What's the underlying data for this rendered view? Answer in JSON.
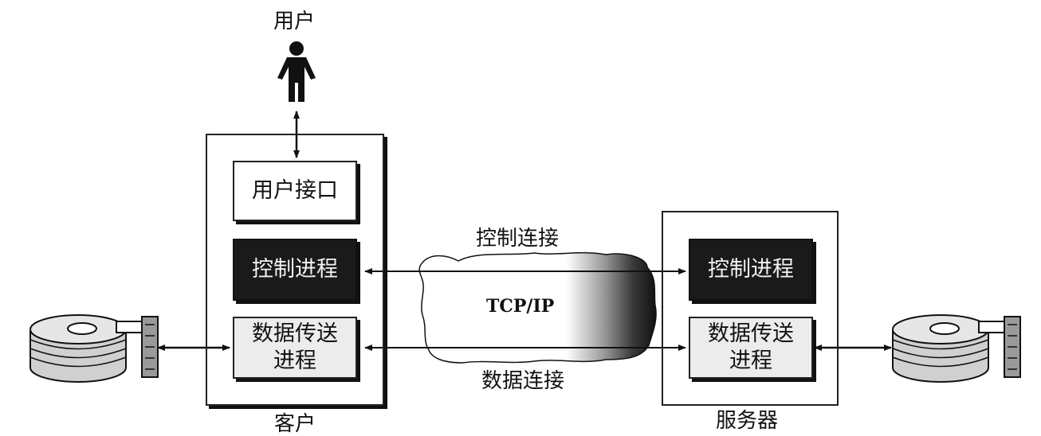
{
  "user": {
    "label": "用户"
  },
  "client": {
    "label": "客户",
    "user_interface": "用户接口",
    "control_process": "控制进程",
    "data_transfer_process": "数据传送进程"
  },
  "server": {
    "label": "服务器",
    "control_process": "控制进程",
    "data_transfer_process": "数据传送进程"
  },
  "network": {
    "label": "TCP/IP",
    "control_connection": "控制连接",
    "data_connection": "数据连接"
  },
  "icons": [
    "person-icon",
    "disk-icon"
  ]
}
